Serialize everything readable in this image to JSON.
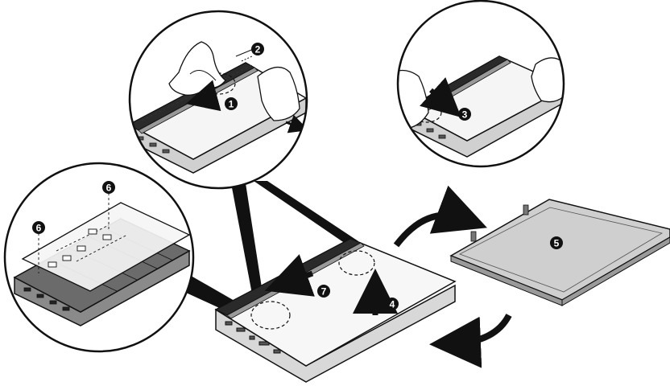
{
  "callouts": {
    "step1": "1",
    "step2": "2",
    "step3": "3",
    "step4": "4",
    "step5": "5",
    "step6_top": "6",
    "step6_left": "6",
    "step7": "7"
  }
}
